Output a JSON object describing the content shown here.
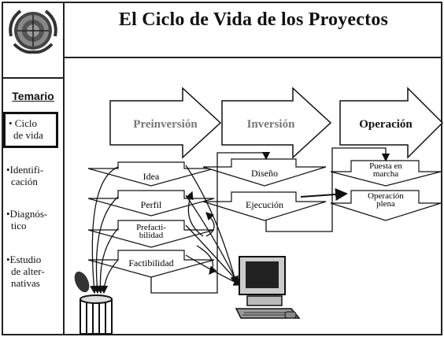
{
  "title": "El Ciclo de Vida de los Proyectos",
  "sidebar": {
    "heading": "Temario",
    "items": [
      {
        "label": "• Ciclo\nde vida",
        "active": true
      },
      {
        "label": "•Identifi-\ncación",
        "active": false
      },
      {
        "label": "•Diagnós-\ntico",
        "active": false
      },
      {
        "label": "•Estudio\nde alter-\nnativas",
        "active": false
      }
    ]
  },
  "phases": [
    "Preinversión",
    "Inversión",
    "Operación"
  ],
  "stages": {
    "preinversion": [
      "Idea",
      "Perfil",
      "Prefacti-\nbilidad",
      "Factibilidad"
    ],
    "inversion": [
      "Diseño",
      "Ejecución"
    ],
    "operacion": [
      "Puesta en\nmarcha",
      "Operación\nplena"
    ]
  },
  "icons": [
    "un-emblem-icon",
    "trash-can-icon",
    "computer-icon"
  ]
}
